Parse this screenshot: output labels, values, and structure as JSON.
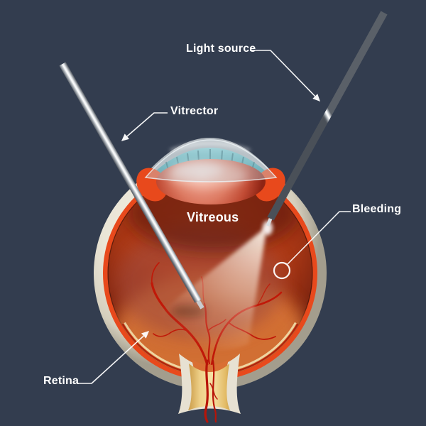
{
  "diagram": {
    "background_color": "#333d4f",
    "text_color": "#ffffff",
    "leader_line_color": "#ffffff"
  },
  "labels": {
    "light_source": "Light source",
    "vitrector": "Vitrector",
    "vitreous": "Vitreous",
    "bleeding": "Bleeding",
    "retina": "Retina"
  },
  "anatomy_colors": {
    "sclera": "#eae5d6",
    "choroid_ring": "#e8491c",
    "vitreous_cavity": "#c34418",
    "retina_surface": "#e6823e",
    "blood_vessels": "#c01808",
    "optic_nerve": "#f0d58e",
    "iris": "#3fa3ad",
    "lens": "#dd7a62",
    "instrument_metal": "#c9ced4",
    "light_beam": "#fff8ee"
  }
}
